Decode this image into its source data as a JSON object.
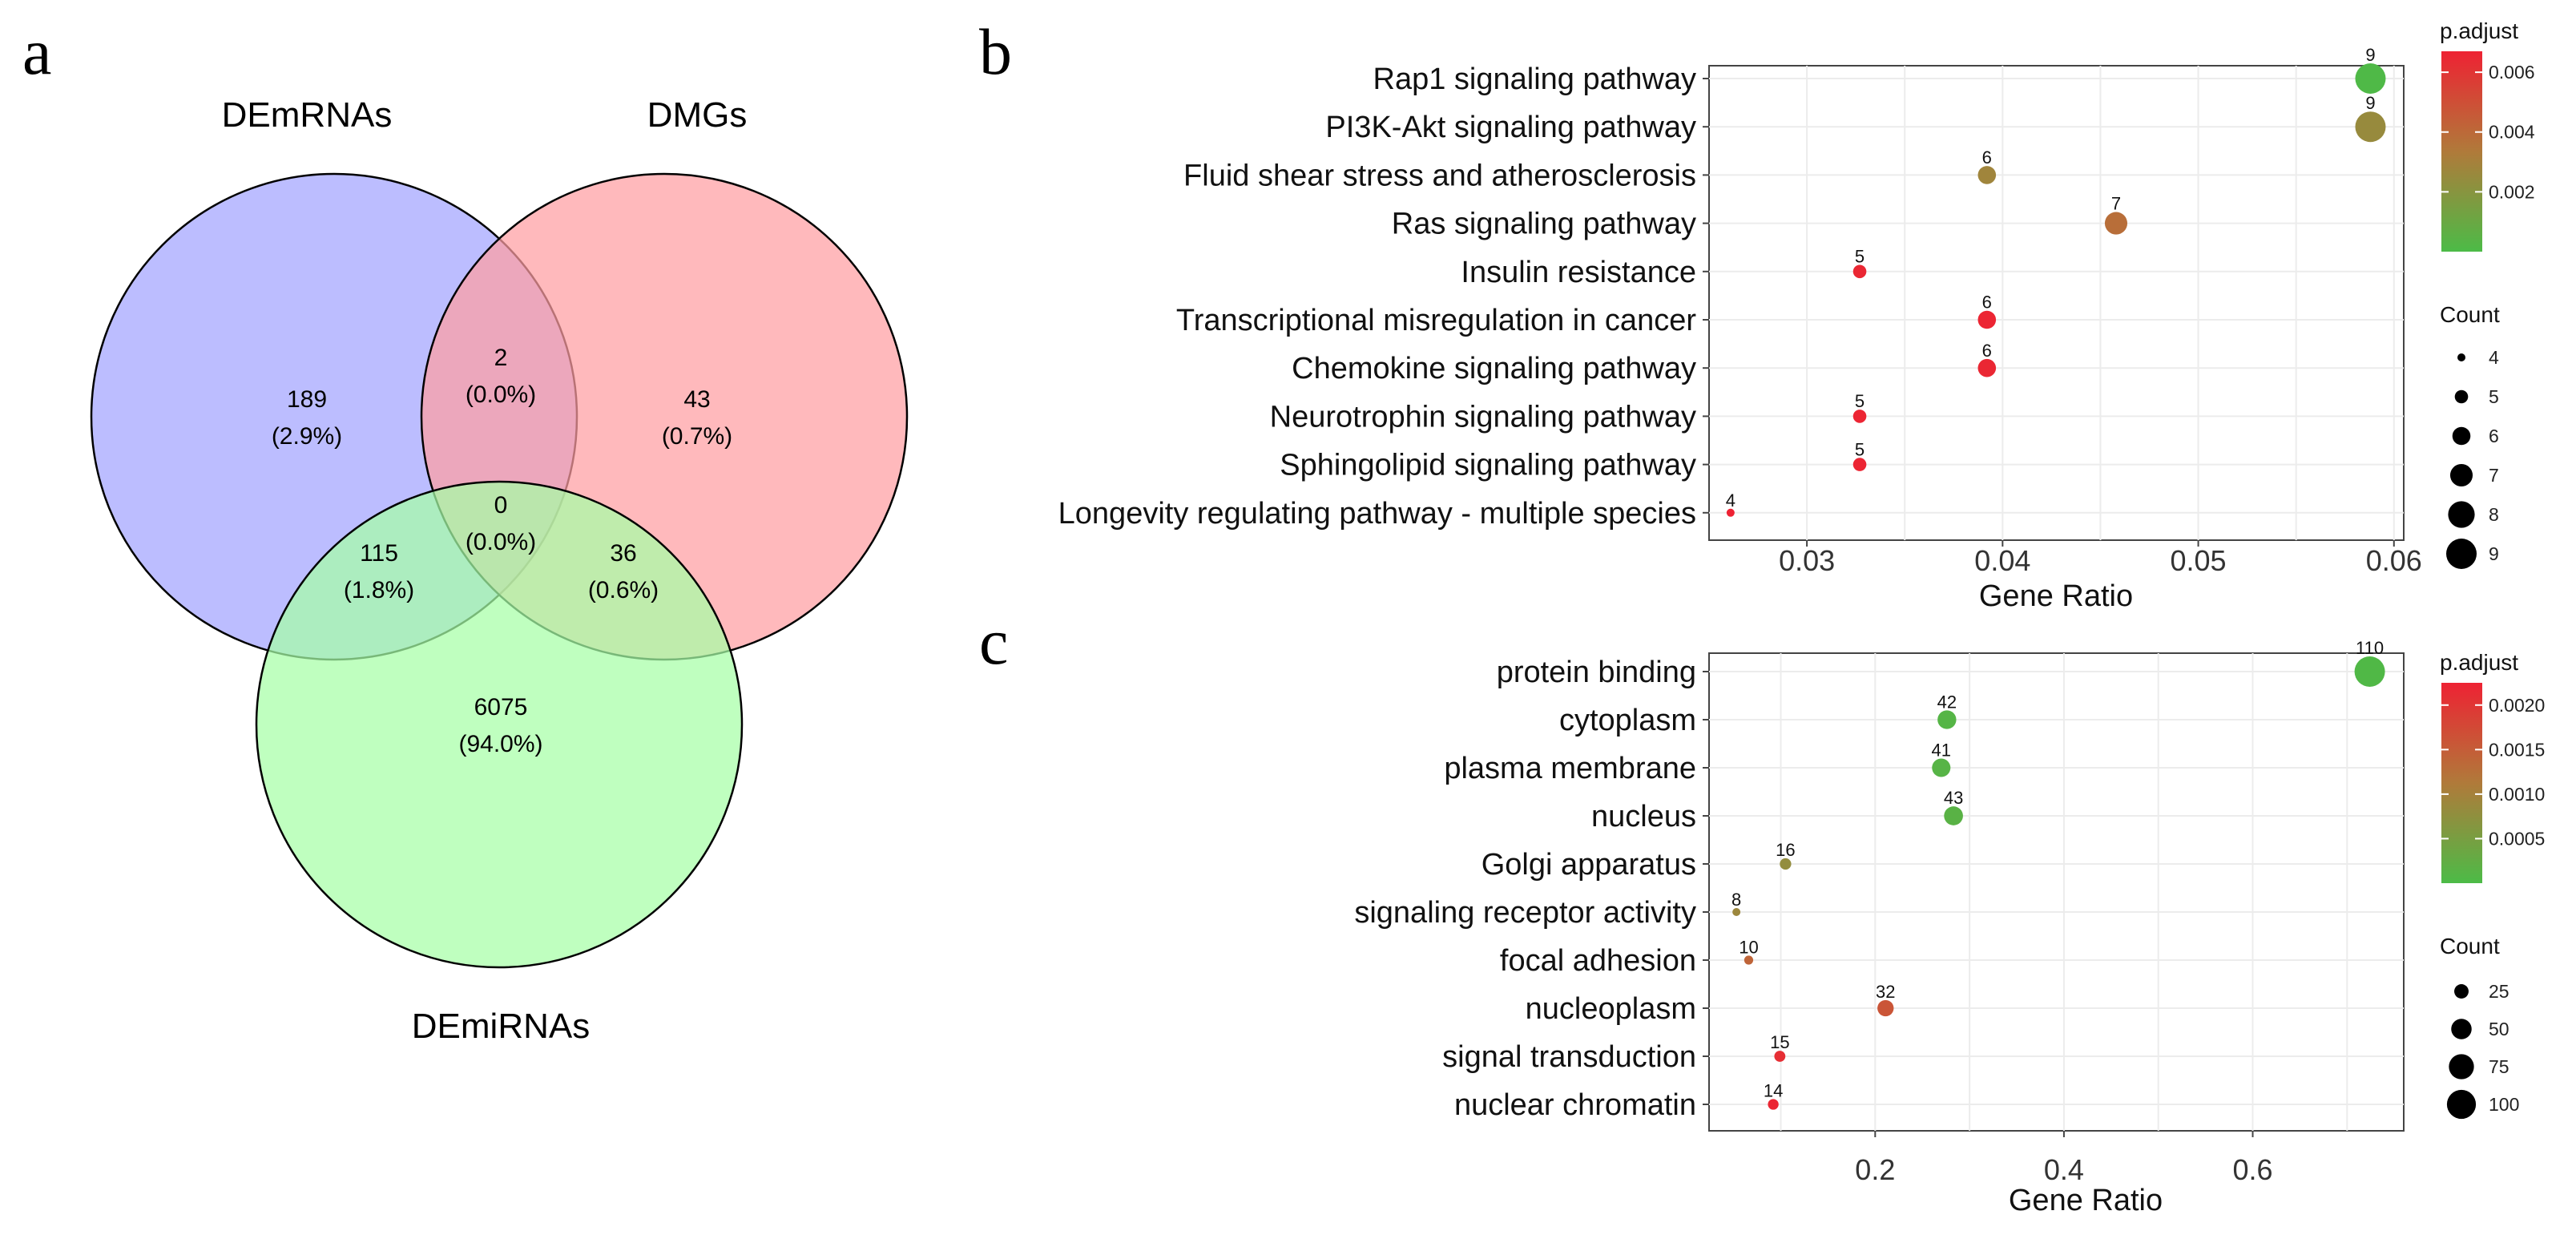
{
  "panels": {
    "a": "a",
    "b": "b",
    "c": "c"
  },
  "venn": {
    "sets": [
      "DEmRNAs",
      "DMGs",
      "DEmiRNAs"
    ],
    "colors": [
      "#aeb0ff",
      "#ffb0b2",
      "#b0ffb0"
    ],
    "regions": [
      {
        "name": "DEmRNAs only",
        "count": "189",
        "percent": "(2.9%)"
      },
      {
        "name": "DMGs only",
        "count": "43",
        "percent": "(0.7%)"
      },
      {
        "name": "DEmRNAs & DMGs",
        "count": "2",
        "percent": "(0.0%)"
      },
      {
        "name": "all three",
        "count": "0",
        "percent": "(0.0%)"
      },
      {
        "name": "DEmRNAs & DEmiRNAs",
        "count": "115",
        "percent": "(1.8%)"
      },
      {
        "name": "DMGs & DEmiRNAs",
        "count": "36",
        "percent": "(0.6%)"
      },
      {
        "name": "DEmiRNAs only",
        "count": "6075",
        "percent": "(94.0%)"
      }
    ]
  },
  "chart_data": [
    {
      "panel": "b",
      "type": "scatter",
      "xlabel": "Gene Ratio",
      "xlim": [
        0.025,
        0.0605
      ],
      "xticks": [
        0.03,
        0.04,
        0.05,
        0.06
      ],
      "xtick_labels": [
        "0.03",
        "0.04",
        "0.05",
        "0.06"
      ],
      "categories": [
        "Rap1 signaling pathway",
        "PI3K-Akt signaling pathway",
        "Fluid shear stress and atherosclerosis",
        "Ras signaling pathway",
        "Insulin resistance",
        "Transcriptional misregulation in cancer",
        "Chemokine signaling pathway",
        "Neurotrophin signaling pathway",
        "Sphingolipid signaling pathway",
        "Longevity regulating pathway - multiple species"
      ],
      "gene_ratio": [
        0.0588,
        0.0588,
        0.0392,
        0.0458,
        0.0327,
        0.0392,
        0.0392,
        0.0327,
        0.0327,
        0.0261
      ],
      "count": [
        9,
        9,
        6,
        7,
        5,
        6,
        6,
        5,
        5,
        4
      ],
      "p_adjust": [
        0.0001,
        0.0025,
        0.0028,
        0.0038,
        0.0065,
        0.0066,
        0.0065,
        0.0066,
        0.0066,
        0.0068
      ],
      "color_legend": {
        "title": "p.adjust",
        "range": [
          0.0,
          0.0067
        ],
        "ticks": [
          0.002,
          0.004,
          0.006
        ],
        "tick_labels": [
          "0.002",
          "0.004",
          "0.006"
        ],
        "low_color": "#4cbb47",
        "high_color": "#ee2233"
      },
      "size_legend": {
        "title": "Count",
        "values": [
          4,
          5,
          6,
          7,
          8,
          9
        ],
        "labels": [
          "4",
          "5",
          "6",
          "7",
          "8",
          "9"
        ],
        "range": [
          4,
          9
        ]
      }
    },
    {
      "panel": "c",
      "type": "scatter",
      "xlabel": "Gene Ratio",
      "xlim": [
        0.024,
        0.76
      ],
      "xticks": [
        0.2,
        0.4,
        0.6
      ],
      "xtick_labels": [
        "0.2",
        "0.4",
        "0.6"
      ],
      "categories": [
        "protein binding",
        "cytoplasm",
        "plasma membrane",
        "nucleus",
        "Golgi apparatus",
        "signaling receptor activity",
        "focal adhesion",
        "nucleoplasm",
        "signal transduction",
        "nuclear chromatin"
      ],
      "gene_ratio": [
        0.724,
        0.276,
        0.27,
        0.283,
        0.105,
        0.053,
        0.066,
        0.211,
        0.099,
        0.092
      ],
      "count": [
        110,
        42,
        41,
        43,
        16,
        8,
        10,
        32,
        15,
        14
      ],
      "p_adjust": [
        5e-05,
        0.0001,
        0.00012,
        0.00015,
        0.0008,
        0.0009,
        0.0014,
        0.0016,
        0.0021,
        0.0022
      ],
      "color_legend": {
        "title": "p.adjust",
        "range": [
          0.0,
          0.00225
        ],
        "ticks": [
          0.0005,
          0.001,
          0.0015,
          0.002
        ],
        "tick_labels": [
          "0.0005",
          "0.0010",
          "0.0015",
          "0.0020"
        ],
        "low_color": "#4cbb47",
        "high_color": "#ee2233"
      },
      "size_legend": {
        "title": "Count",
        "values": [
          25,
          50,
          75,
          100
        ],
        "labels": [
          "25",
          "50",
          "75",
          "100"
        ],
        "range": [
          8,
          110
        ]
      }
    }
  ]
}
